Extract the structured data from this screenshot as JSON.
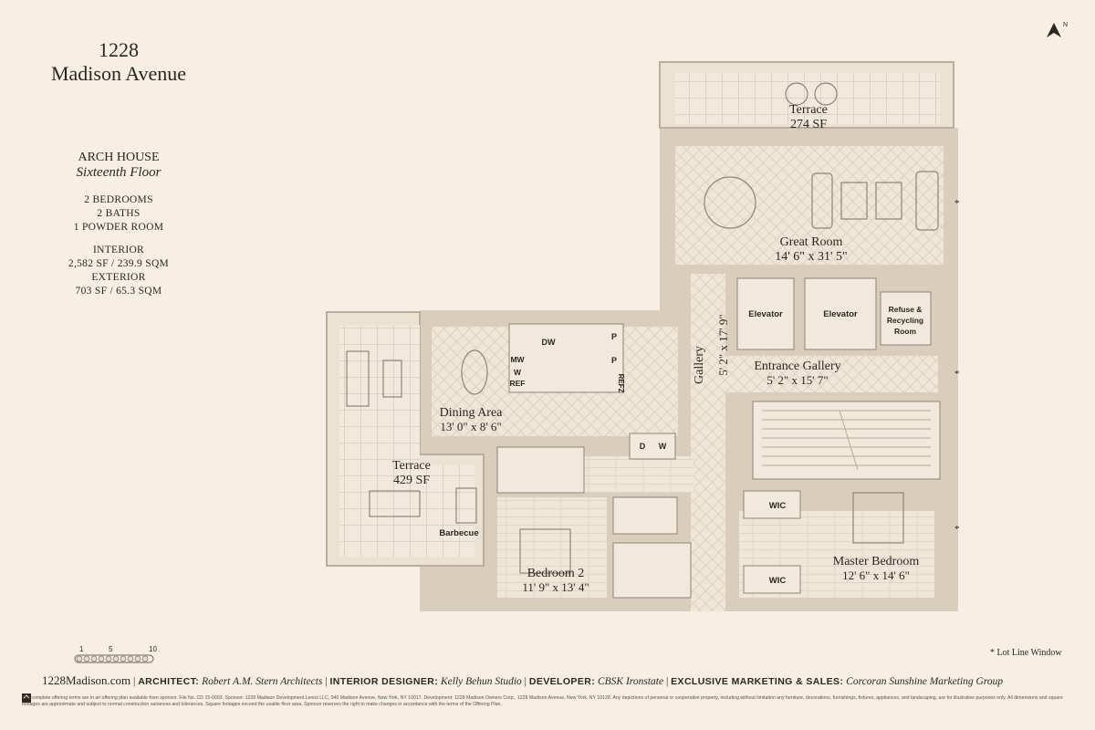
{
  "header": {
    "address_line1": "1228",
    "address_line2": "Madison Avenue"
  },
  "unit": {
    "name": "ARCH HOUSE",
    "floor": "Sixteenth Floor"
  },
  "specs": {
    "bedrooms": "2 BEDROOMS",
    "baths": "2 BATHS",
    "powder": "1 POWDER ROOM",
    "interior_label": "INTERIOR",
    "interior_value": "2,582 SF / 239.9 SQM",
    "exterior_label": "EXTERIOR",
    "exterior_value": "703 SF / 65.3 SQM"
  },
  "rooms": {
    "terrace_top": {
      "name": "Terrace",
      "size": "274 SF"
    },
    "great_room": {
      "name": "Great Room",
      "size": "14' 6\" x 31' 5\""
    },
    "elevator": "Elevator",
    "refuse": [
      "Refuse &",
      "Recycling",
      "Room"
    ],
    "gallery": {
      "name": "Gallery",
      "size": "5' 2\" x 17' 9\""
    },
    "entrance_gallery": {
      "name": "Entrance Gallery",
      "size": "5' 2\" x 15' 7\""
    },
    "dining": {
      "name": "Dining Area",
      "size": "13' 0\" x 8' 6\""
    },
    "terrace_left": {
      "name": "Terrace",
      "size": "429 SF"
    },
    "barbecue": "Barbecue",
    "bedroom2": {
      "name": "Bedroom 2",
      "size": "11' 9\" x 13' 4\""
    },
    "master": {
      "name": "Master Bedroom",
      "size": "12' 6\" x 14' 6\""
    },
    "wic": "WIC",
    "appliances": {
      "dw": "DW",
      "mw": "MW",
      "w": "W",
      "ref": "REF",
      "p": "P",
      "refz": "REFZ",
      "d": "D"
    }
  },
  "scale": {
    "marks": [
      "1",
      "5",
      "10"
    ]
  },
  "compass": {
    "north": "N"
  },
  "lot_line_note": "* Lot Line Window",
  "lot_line_star": "*",
  "footer": {
    "site": "1228Madison.com",
    "sep": "|",
    "architect_label": "ARCHITECT:",
    "architect": "Robert A.M. Stern Architects",
    "designer_label": "INTERIOR DESIGNER:",
    "designer": "Kelly Behun Studio",
    "developer_label": "DEVELOPER:",
    "developer": "CBSK Ironstate",
    "marketing_label": "EXCLUSIVE MARKETING & SALES:",
    "marketing": "Corcoran Sunshine Marketing Group"
  },
  "fine_print": "The complete offering terms are in an offering plan available from sponsor. File No. CD 15-0003. Sponsor: 1228 Madison Development Lenox LLC, 340 Madison Avenue, New York, NY 10017. Development: 1228 Madison Owners Corp., 1228 Madison Avenue, New York, NY 10128. Any depictions of personal or cooperative property, including without limitation any furniture, decorations, furnishings, fixtures, appliances, and landscaping, are for illustrative purposes only. All dimensions and square footages are approximate and subject to normal construction variances and tolerances. Square footages exceed the usable floor area. Sponsor reserves the right to make changes in accordance with the terms of the Offering Plan."
}
